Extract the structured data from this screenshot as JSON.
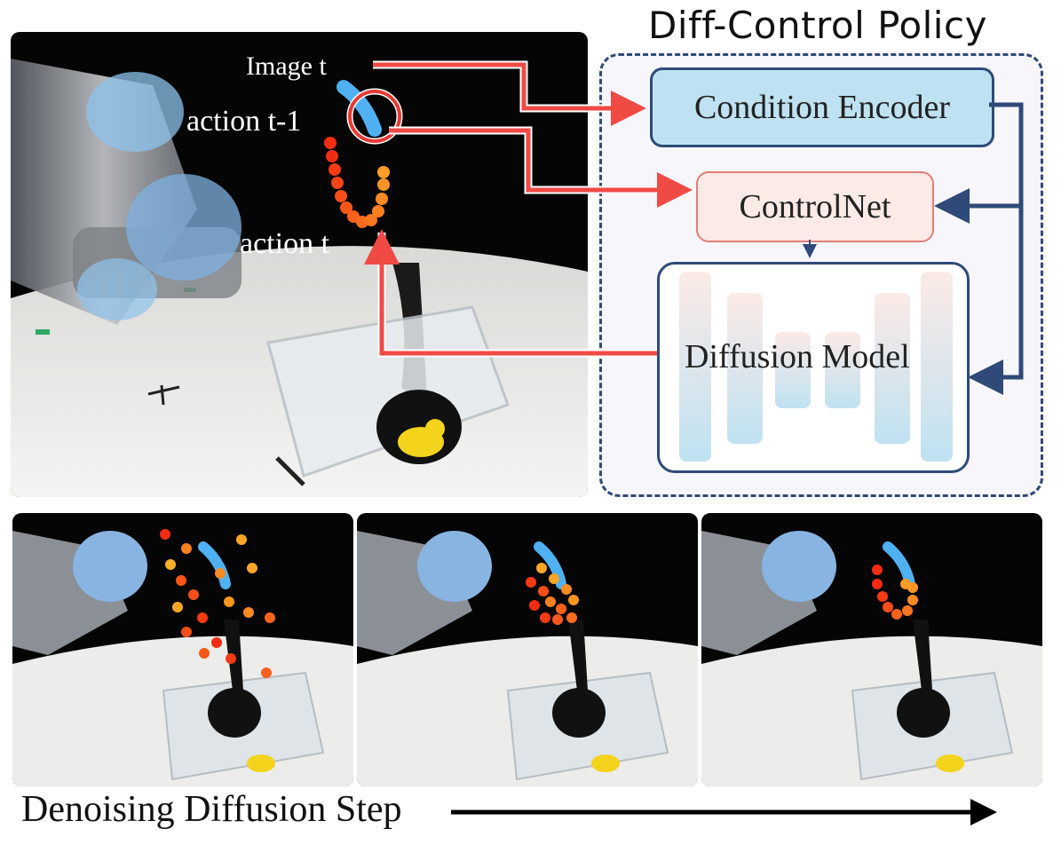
{
  "policy": {
    "title": "Diff-Control Policy",
    "condition_encoder": "Condition Encoder",
    "controlnet": "ControlNet",
    "diffusion_model": "Diffusion Model"
  },
  "main_scene": {
    "label_image": "Image t",
    "label_prev_action": "action t-1",
    "label_action": "action t"
  },
  "bottom": {
    "caption": "Denoising Diffusion Step"
  },
  "colors": {
    "arrow_red": "#f04a45",
    "arrow_navy": "#2f4a78",
    "encoder_fill": "#bfe2f2",
    "encoder_stroke": "#2f4a78",
    "controlnet_fill": "#fbeae6",
    "controlnet_stroke": "#e07f78",
    "policy_bg": "#f7f6fb"
  }
}
